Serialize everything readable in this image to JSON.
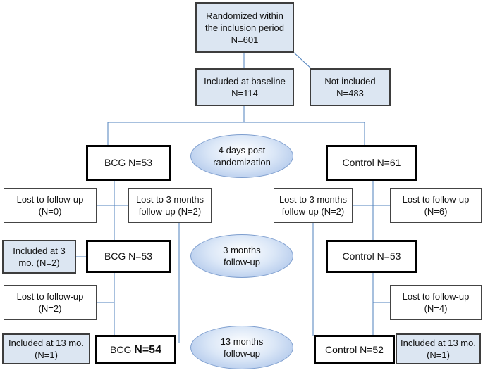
{
  "randomized": {
    "line1": "Randomized within",
    "line2": "the inclusion period",
    "line3": "N=601"
  },
  "included_baseline": {
    "line1": "Included  at baseline",
    "line2": "N=114"
  },
  "not_included": {
    "line1": "Not included",
    "line2": "N=483"
  },
  "timepoints": [
    {
      "line1": "4 days post",
      "line2": "randomization"
    },
    {
      "line1": "3 months",
      "line2": "follow-up"
    },
    {
      "line1": "13 months",
      "line2": "follow-up"
    }
  ],
  "bcg": {
    "group1": "BCG N=53",
    "group2": "BCG N=53",
    "group3_prefix": "BCG ",
    "group3_count": "N=54",
    "lost_fu_1": {
      "line1": "Lost to follow-up",
      "line2": "(N=0)"
    },
    "lost_3mo": {
      "line1": "Lost to 3 months",
      "line2": "follow-up (N=2)"
    },
    "included_3mo": {
      "line1": "Included at 3",
      "line2": "mo. (N=2)"
    },
    "lost_fu_2": {
      "line1": "Lost to follow-up",
      "line2": "(N=2)"
    },
    "included_13mo": {
      "line1": "Included at 13 mo.",
      "line2": "(N=1)"
    }
  },
  "control": {
    "group1": "Control N=61",
    "group2": "Control N=53",
    "group3": "Control N=52",
    "lost_3mo": {
      "line1": "Lost to 3 months",
      "line2": "follow-up (N=2)"
    },
    "lost_fu_1": {
      "line1": "Lost to follow-up",
      "line2": "(N=6)"
    },
    "lost_fu_2": {
      "line1": "Lost to follow-up",
      "line2": "(N=4)"
    },
    "included_13mo": {
      "line1": "Included at 13 mo.",
      "line2": "(N=1)"
    }
  },
  "colors": {
    "box_fill": "#dce6f2",
    "connector": "#4f81bd",
    "ellipse": "#9fbbe6"
  }
}
